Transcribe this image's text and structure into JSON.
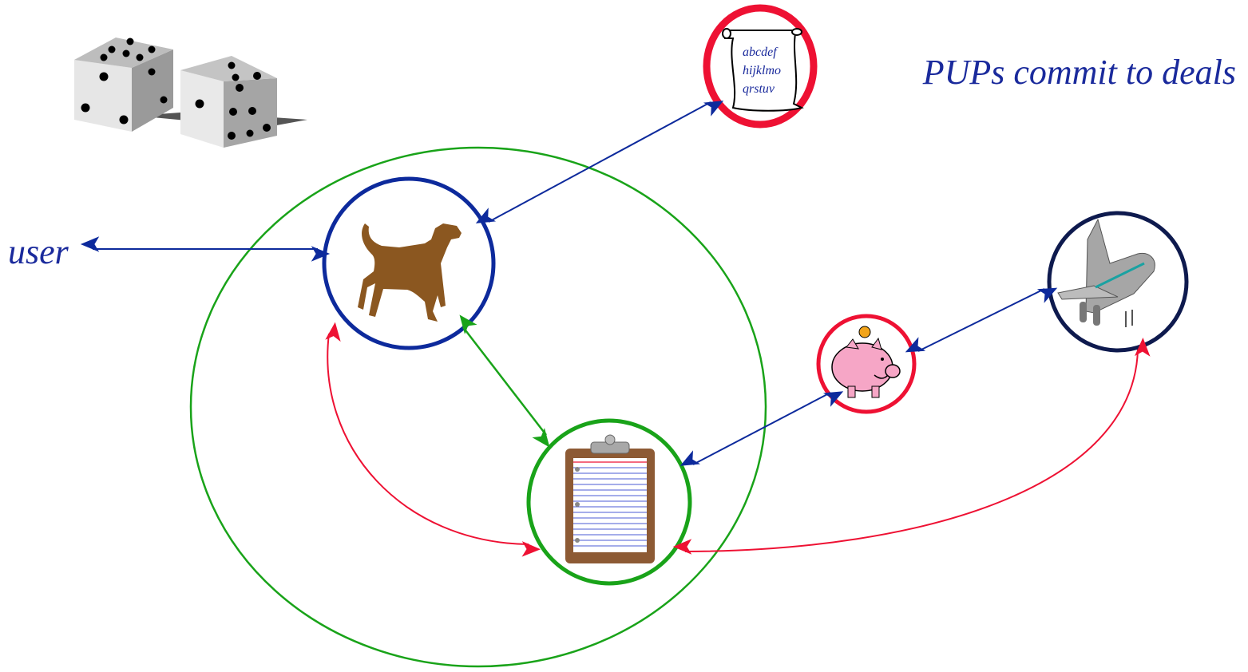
{
  "title": "PUPs commit to deals",
  "user_label": "user",
  "scroll_lines": [
    "abcdef",
    "hijklmo",
    "qrstuv"
  ],
  "colors": {
    "blue": "#0d2a9c",
    "green": "#19a319",
    "red": "#ee1133",
    "navy": "#0e1a4e",
    "dog": "#8b5720",
    "pig": "#f6a6c6",
    "clipboard": "#8d5a34"
  },
  "nodes": [
    {
      "id": "pup-dog",
      "icon": "dog-icon",
      "ring": "blue"
    },
    {
      "id": "contract-scroll",
      "icon": "scroll-icon",
      "ring": "red"
    },
    {
      "id": "clipboard",
      "icon": "clipboard-icon",
      "ring": "green"
    },
    {
      "id": "piggy-bank",
      "icon": "piggy-bank-icon",
      "ring": "red"
    },
    {
      "id": "airplane",
      "icon": "airplane-icon",
      "ring": "navy"
    },
    {
      "id": "dice",
      "icon": "dice-icon"
    }
  ],
  "edges": [
    {
      "from": "user",
      "to": "pup-dog",
      "color": "blue",
      "directed": "both"
    },
    {
      "from": "pup-dog",
      "to": "contract-scroll",
      "color": "blue",
      "directed": "both"
    },
    {
      "from": "pup-dog",
      "to": "clipboard",
      "color": "green",
      "directed": "both"
    },
    {
      "from": "pup-dog",
      "to": "clipboard",
      "color": "red",
      "directed": "both"
    },
    {
      "from": "clipboard",
      "to": "piggy-bank",
      "color": "blue",
      "directed": "both"
    },
    {
      "from": "piggy-bank",
      "to": "airplane",
      "color": "blue",
      "directed": "both"
    },
    {
      "from": "clipboard",
      "to": "airplane",
      "color": "red",
      "directed": "both"
    }
  ]
}
